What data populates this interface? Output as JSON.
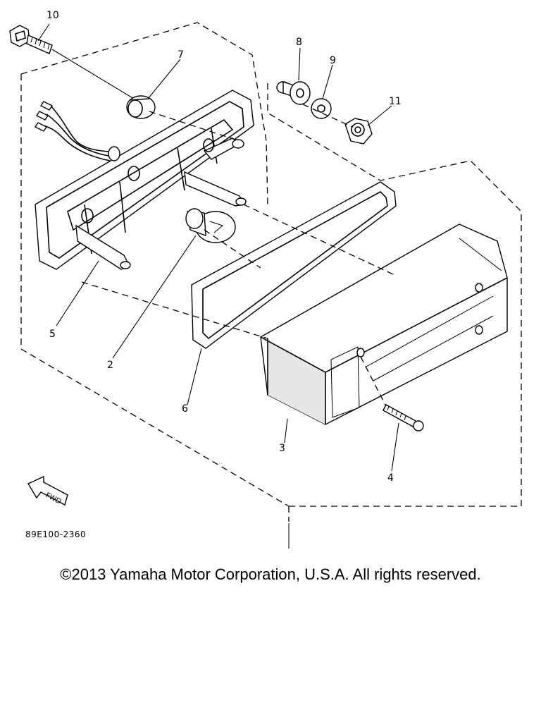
{
  "callouts": {
    "c1": "10",
    "c2": "7",
    "c3": "8",
    "c4": "9",
    "c5": "11",
    "c6": "5",
    "c7": "2",
    "c8": "6",
    "c9": "3",
    "c10": "4"
  },
  "arrow_label": "FWD",
  "diagram_number": "89E100-2360",
  "copyright": "©2013 Yamaha Motor Corporation, U.S.A. All rights reserved."
}
